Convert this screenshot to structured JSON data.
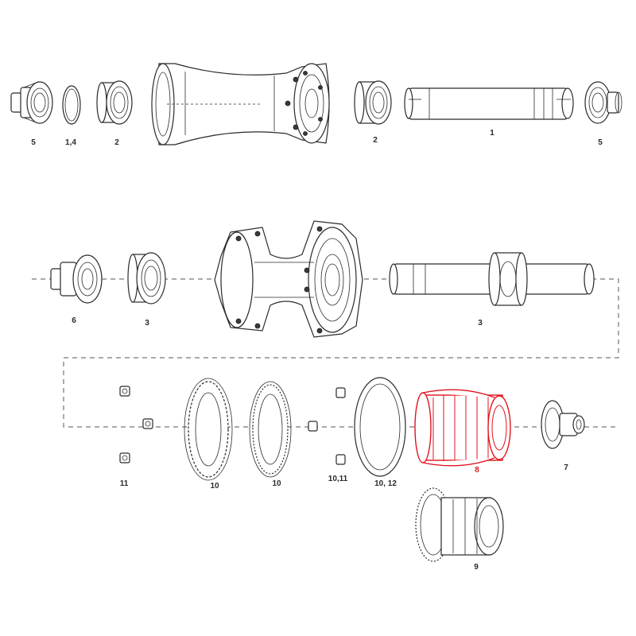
{
  "labels": {
    "top_5_left": "5",
    "top_14": "1,4",
    "top_2_left": "2",
    "top_2_right": "2",
    "top_1": "1",
    "top_5_right": "5",
    "mid_6": "6",
    "mid_3_left": "3",
    "mid_3_right": "3",
    "low_11": "11",
    "low_10_a": "10",
    "low_10_b": "10",
    "low_10_11": "10,11",
    "low_10_12": "10, 12",
    "low_8": "8",
    "low_7": "7",
    "low_9": "9"
  },
  "colors": {
    "line": "#2a2a2a",
    "highlight": "#e0141e",
    "background": "#ffffff"
  },
  "highlighted_part": "8"
}
